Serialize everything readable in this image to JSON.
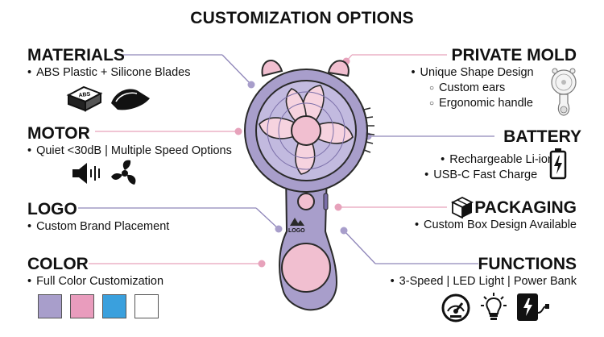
{
  "title": "CUSTOMIZATION OPTIONS",
  "materials": {
    "heading": "MATERIALS",
    "bullet": "ABS Plastic + Silicone Blades",
    "icons": [
      "abs-block-icon",
      "silicone-sheet-icon"
    ]
  },
  "motor": {
    "heading": "MOTOR",
    "bullet": "Quiet <30dB | Multiple Speed Options",
    "icons": [
      "speaker-icon",
      "fan-blade-icon"
    ]
  },
  "logo": {
    "heading": "LOGO",
    "bullet": "Custom Brand Placement",
    "mark_text": "LOGO"
  },
  "color": {
    "heading": "COLOR",
    "bullet": "Full Color Customization",
    "swatches": [
      "#a89ecb",
      "#e99cbd",
      "#3aa0dd",
      "#ffffff"
    ]
  },
  "private_mold": {
    "heading": "PRIVATE MOLD",
    "bullet": "Unique Shape Design",
    "subs": [
      "Custom ears",
      "Ergonomic handle"
    ],
    "icons": [
      "fan-sketch-icon"
    ]
  },
  "battery": {
    "heading": "BATTERY",
    "bullets": [
      "Rechargeable Li-ion",
      "USB-C Fast Charge"
    ],
    "icons": [
      "battery-icon"
    ]
  },
  "packaging": {
    "heading": "PACKAGING",
    "bullet": "Custom Box Design Available",
    "icons": [
      "box-icon"
    ]
  },
  "functions": {
    "heading": "FUNCTIONS",
    "bullet": "3-Speed | LED Light | Power Bank",
    "icons": [
      "speedometer-icon",
      "light-bulb-icon",
      "power-bank-icon"
    ]
  },
  "colors": {
    "fan_body": "#a89ecb",
    "fan_accent": "#f1bfd0",
    "line_purple": "#7a6ea8",
    "line_pink": "#e7a2bb"
  }
}
